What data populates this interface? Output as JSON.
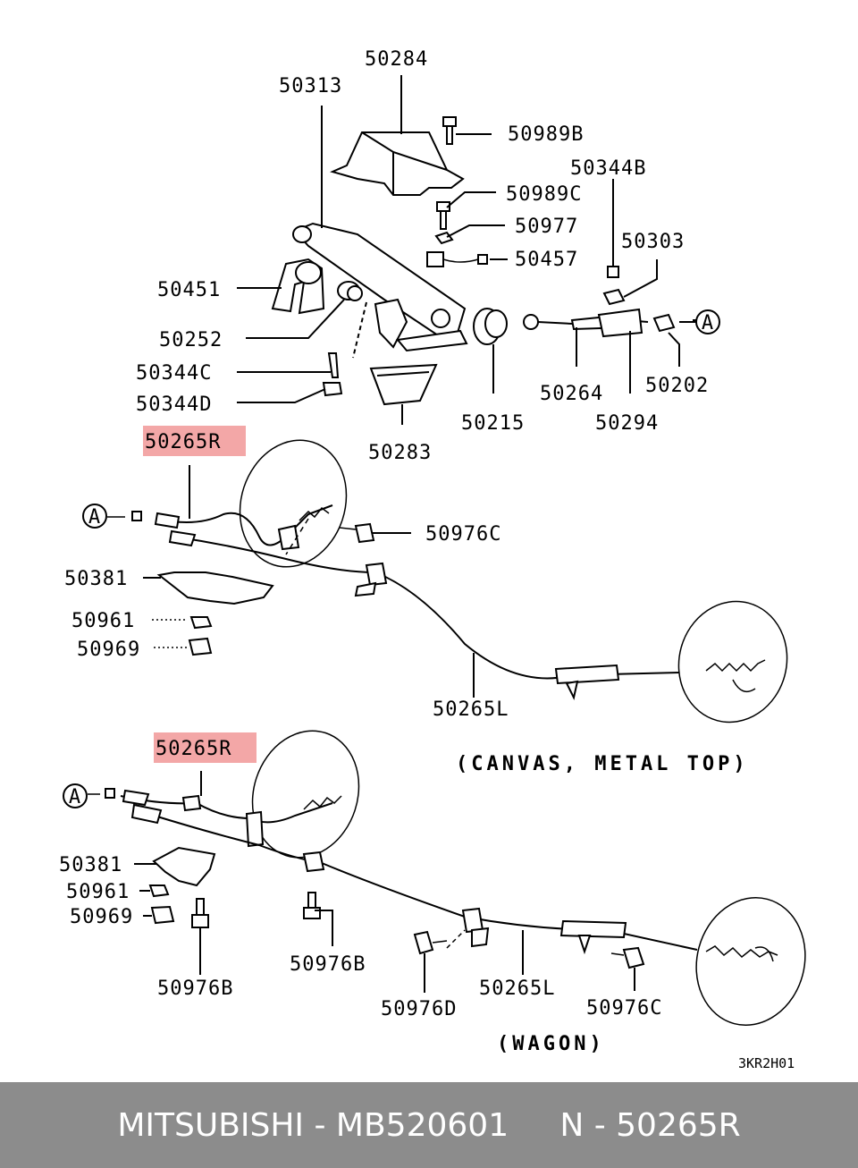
{
  "labels": {
    "l50284": "50284",
    "l50313": "50313",
    "l50989B": "50989B",
    "l50344B": "50344B",
    "l50989C": "50989C",
    "l50977": "50977",
    "l50303": "50303",
    "l50457": "50457",
    "l50451": "50451",
    "l50252": "50252",
    "l50344C": "50344C",
    "l50344D": "50344D",
    "l50264": "50264",
    "l50202": "50202",
    "l50215": "50215",
    "l50294": "50294",
    "l50283": "50283",
    "l50265R_top": "50265R",
    "l50976C_top": "50976C",
    "l50381_top": "50381",
    "l50961_top": "50961",
    "l50969_top": "50969",
    "l50265L_top": "50265L",
    "l50265R_bot": "50265R",
    "l50381_bot": "50381",
    "l50961_bot": "50961",
    "l50969_bot": "50969",
    "l50976B_a": "50976B",
    "l50976B_b": "50976B",
    "l50976D": "50976D",
    "l50265L_bot": "50265L",
    "l50976C_bot": "50976C",
    "refA1": "A",
    "refA2": "A",
    "refA3": "A"
  },
  "notes": {
    "canvas": "(CANVAS, METAL TOP)",
    "wagon": "(WAGON)",
    "code": "3KR2H01"
  },
  "highlight_color": "#f3a7a7",
  "footer": {
    "text": "MITSUBISHI - MB520601     N - 50265R",
    "background": "#8c8c8c"
  }
}
